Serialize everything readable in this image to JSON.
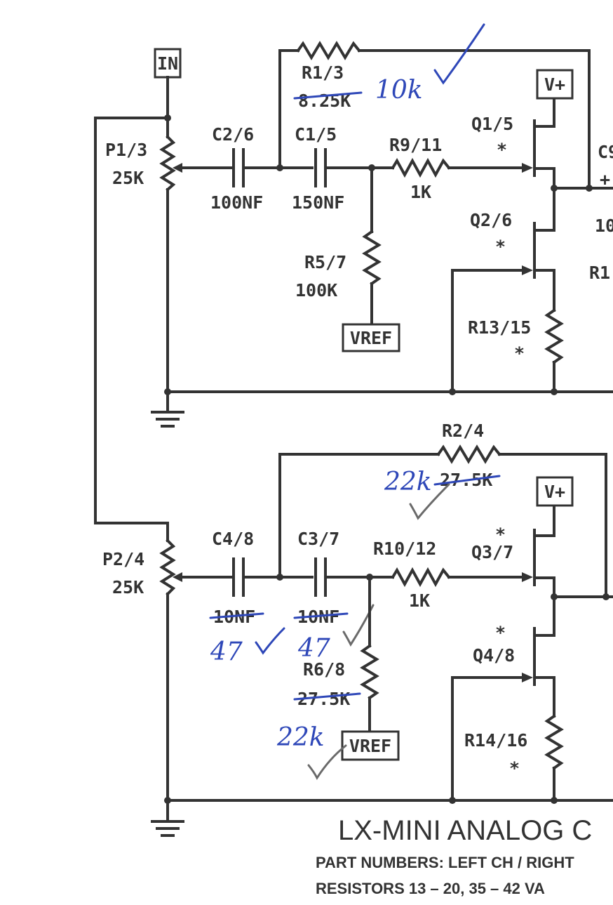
{
  "title": "LX-MINI ANALOG C",
  "notes": {
    "line1": "PART NUMBERS:  LEFT CH / RIGHT",
    "line2": "RESISTORS 13 – 20,  35 – 42 VA"
  },
  "terminals": {
    "input": "IN",
    "vplus_top": "V+",
    "vplus_bottom": "V+",
    "vref_top": "VREF",
    "vref_bottom": "VREF"
  },
  "components": {
    "r1": {
      "ref": "R1/3",
      "value": "8.25K",
      "handwritten": "10k"
    },
    "p1": {
      "ref": "P1/3",
      "value": "25K"
    },
    "c2": {
      "ref": "C2/6",
      "value": "100NF"
    },
    "c1": {
      "ref": "C1/5",
      "value": "150NF"
    },
    "r9": {
      "ref": "R9/11",
      "value": "1K"
    },
    "q1": {
      "ref": "Q1/5",
      "mark": "*"
    },
    "q2": {
      "ref": "Q2/6",
      "mark": "*"
    },
    "r5": {
      "ref": "R5/7",
      "value": "100K"
    },
    "r13": {
      "ref": "R13/15",
      "mark": "*"
    },
    "c9_partial": "C9",
    "c9_value_partial": "10",
    "r1x_partial": "R1",
    "r2": {
      "ref": "R2/4",
      "value": "27.5K",
      "handwritten": "22k"
    },
    "p2": {
      "ref": "P2/4",
      "value": "25K"
    },
    "c4": {
      "ref": "C4/8",
      "value": "10NF",
      "handwritten": "47"
    },
    "c3": {
      "ref": "C3/7",
      "value": "10NF",
      "handwritten": "47"
    },
    "r10": {
      "ref": "R10/12",
      "value": "1K"
    },
    "q3": {
      "ref": "Q3/7",
      "mark": "*"
    },
    "q4": {
      "ref": "Q4/8",
      "mark": "*"
    },
    "r6": {
      "ref": "R6/8",
      "value": "27.5K",
      "handwritten": "22k"
    },
    "r14": {
      "ref": "R14/16",
      "mark": "*"
    }
  }
}
